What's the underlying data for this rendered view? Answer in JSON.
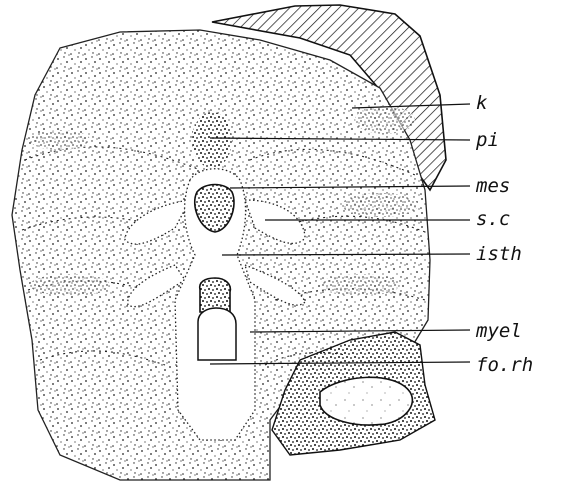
{
  "figure": {
    "labels": {
      "k": "k",
      "pi": "pi",
      "mes": "mes",
      "sc": "s.c",
      "isth": "isth",
      "myel": "myel",
      "forh": "fo.rh"
    }
  },
  "colors": {
    "ink": "#111111",
    "paper": "#ffffff"
  }
}
